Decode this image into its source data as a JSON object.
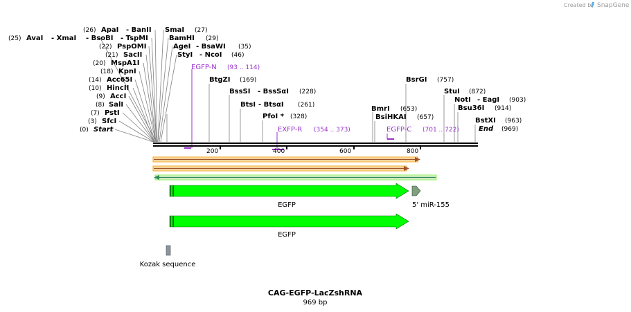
{
  "credit": {
    "created_by": "Created by",
    "brand": "SnapGene"
  },
  "plasmid": {
    "name": "CAG-EGFP-LacZshRNA",
    "length_label": "969 bp",
    "length_bp": 969
  },
  "ruler": {
    "ticks": [
      "200",
      "400",
      "600",
      "800"
    ]
  },
  "enzymes": {
    "avai": {
      "name": "AvaI",
      "pos": "(25)"
    },
    "xmai": {
      "name": "- XmaI"
    },
    "apai": {
      "name": "ApaI",
      "pos": "(26)"
    },
    "banii": {
      "name": "- BanII"
    },
    "bsobi": {
      "name": "- BsoBI"
    },
    "tspmi": {
      "name": "- TspMI"
    },
    "psp": {
      "name": "PspOMI",
      "pos": "(22)"
    },
    "sacii": {
      "name": "SacII",
      "pos": "(21)"
    },
    "mspa": {
      "name": "MspA1I",
      "pos": "(20)"
    },
    "kpni": {
      "name": "KpnI",
      "pos": "(18)"
    },
    "acc65": {
      "name": "Acc65I",
      "pos": "(14)"
    },
    "hincii": {
      "name": "HincII",
      "pos": "(10)"
    },
    "acci": {
      "name": "AccI",
      "pos": "(9)"
    },
    "sali": {
      "name": "SalI",
      "pos": "(8)"
    },
    "psti": {
      "name": "PstI",
      "pos": "(7)"
    },
    "sfci": {
      "name": "SfcI",
      "pos": "(3)"
    },
    "start": {
      "name": "Start",
      "pos": "(0)"
    },
    "smai": {
      "name": "SmaI",
      "pos": "(27)"
    },
    "bamhi": {
      "name": "BamHI",
      "pos": "(29)"
    },
    "agei": {
      "name": "AgeI",
      "pos": "(35)"
    },
    "bsawi": {
      "name": "- BsaWI"
    },
    "styi": {
      "name": "StyI",
      "pos": "(46)"
    },
    "ncoi": {
      "name": "- NcoI"
    },
    "btgzi": {
      "name": "BtgZI",
      "pos": "(169)"
    },
    "bsssi": {
      "name": "BssSI",
      "pos": "(228)"
    },
    "bsssai": {
      "name": "- BssSαI"
    },
    "btsi": {
      "name": "BtsI",
      "pos": "(261)"
    },
    "btsai": {
      "name": "- BtsαI"
    },
    "pfoi": {
      "name": "PfoI *",
      "pos": "(328)"
    },
    "bsrgi": {
      "name": "BsrGI",
      "pos": "(757)"
    },
    "bmri": {
      "name": "BmrI",
      "pos": "(653)"
    },
    "bsihkai": {
      "name": "BsiHKAI",
      "pos": "(657)"
    },
    "stui": {
      "name": "StuI",
      "pos": "(872)"
    },
    "noti": {
      "name": "NotI",
      "pos": "(903)"
    },
    "eagi": {
      "name": "- EagI"
    },
    "bsu36i": {
      "name": "Bsu36I",
      "pos": "(914)"
    },
    "bstxi": {
      "name": "BstXI",
      "pos": "(963)"
    },
    "end": {
      "name": "End",
      "pos": "(969)"
    }
  },
  "primers": {
    "egfp_n": {
      "name": "EGFP-N",
      "range": "(93 .. 114)"
    },
    "exfp_r": {
      "name": "EXFP-R",
      "range": "(354 .. 373)"
    },
    "egfp_c": {
      "name": "EGFP-C",
      "range": "(701 .. 722)"
    }
  },
  "features": {
    "egfp_1": {
      "label": "EGFP"
    },
    "mir155": {
      "label": "5' miR-155"
    },
    "egfp_2": {
      "label": "EGFP"
    },
    "kozak": {
      "label": "Kozak sequence"
    }
  },
  "colors": {
    "primer": "#9932cc",
    "feature_green": "#00ff00",
    "orange_orf": "#f5a623",
    "green_orf": "#90ee60",
    "mir_feature": "#7f9f7f",
    "kozak_feature": "#8c959c"
  }
}
